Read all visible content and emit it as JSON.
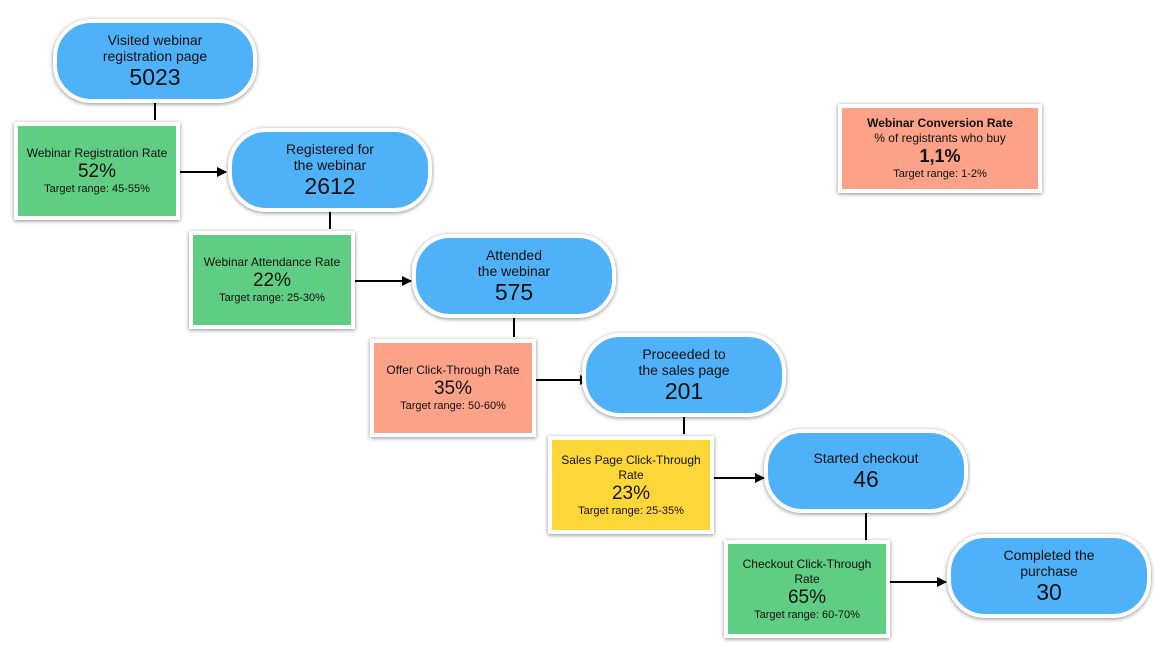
{
  "colors": {
    "stage": "#4fb1f8",
    "good": "#5fcd82",
    "below": "#fca288",
    "warning": "#fdd738",
    "connector": "#000000"
  },
  "stages": [
    {
      "label": "Visited webinar\nregistration page",
      "count": "5023"
    },
    {
      "label": "Registered for\nthe webinar",
      "count": "2612"
    },
    {
      "label": "Attended\nthe webinar",
      "count": "575"
    },
    {
      "label": "Proceeded to\nthe sales page",
      "count": "201"
    },
    {
      "label": "Started checkout",
      "count": "46"
    },
    {
      "label": "Completed the\npurchase",
      "count": "30"
    }
  ],
  "metrics": [
    {
      "name": "Webinar Registration Rate",
      "value": "52%",
      "target": "Target range: 45-55%",
      "status": "good"
    },
    {
      "name": "Webinar Attendance Rate",
      "value": "22%",
      "target": "Target range: 25-30%",
      "status": "good"
    },
    {
      "name": "Offer Click-Through Rate",
      "value": "35%",
      "target": "Target range: 50-60%",
      "status": "below"
    },
    {
      "name": "Sales Page Click-Through Rate",
      "value": "23%",
      "target": "Target range: 25-35%",
      "status": "warning"
    },
    {
      "name": "Checkout Click-Through Rate",
      "value": "65%",
      "target": "Target range: 60-70%",
      "status": "good"
    }
  ],
  "summary": {
    "title": "Webinar Conversion Rate",
    "subtitle": "% of registrants who buy",
    "value": "1,1%",
    "target": "Target range: 1-2%",
    "status": "below"
  }
}
